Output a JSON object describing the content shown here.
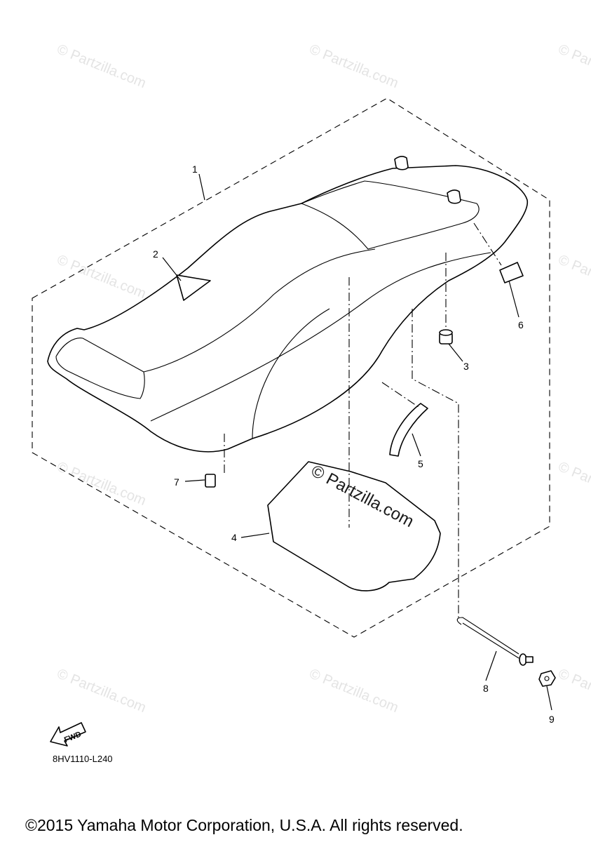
{
  "watermark": {
    "text": "© Partzilla.com",
    "center_text": "© Partzilla.com"
  },
  "callouts": [
    "1",
    "2",
    "3",
    "4",
    "5",
    "6",
    "7",
    "8",
    "9"
  ],
  "fwd_label": "FWD",
  "diagram_code": "8HV1110-L240",
  "copyright": "©2015 Yamaha Motor Corporation, U.S.A. All rights reserved."
}
